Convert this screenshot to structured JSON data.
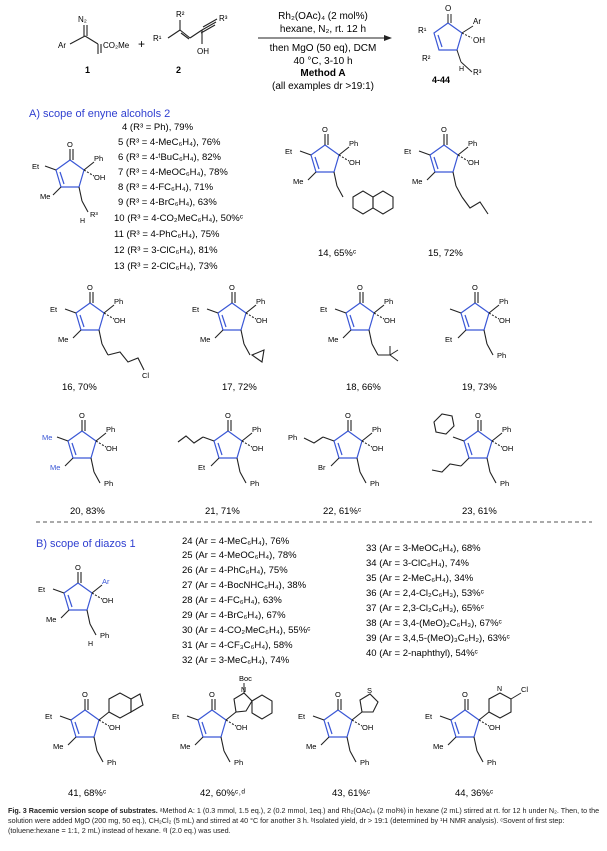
{
  "scheme": {
    "reagent_1": {
      "line1": "N₂",
      "line2a": "Ar",
      "line2b": "CO₂Me",
      "number": "1"
    },
    "plus": "+",
    "reagent_2": {
      "r2": "R²",
      "r1": "R¹",
      "r3": "R³",
      "oh": "OH",
      "number": "2"
    },
    "conditions": [
      "Rh₂(OAc)₄ (2 mol%)",
      "hexane, N₂, rt. 12 h",
      "then MgO (50 eq), DCM",
      "40 °C, 3-10 h",
      "Method A",
      "(all examples dr >19:1)"
    ],
    "product": {
      "r1": "R¹",
      "r2": "R²",
      "r3": "R³",
      "ar": "Ar",
      "oh": "OH",
      "h": "H",
      "o": "O",
      "number": "4-44"
    }
  },
  "section_a": {
    "title": "A) scope of enyne alcohols 2",
    "list": [
      "4 (R³ = Ph), 79%",
      "5 (R³ = 4-MeC₆H₄), 76%",
      "6 (R³ = 4-ᵗBuC₆H₄), 82%",
      "7 (R³ = 4-MeOC₆H₄), 78%",
      "8 (R³ = 4-FC₆H₄), 71%",
      "9 (R³ = 4-BrC₆H₄), 63%",
      "10 (R³ = 4-CO₂MeC₆H₄), 50%ᶜ",
      "11 (R³ = 4-PhC₆H₄), 75%",
      "12 (R³ = 3-ClC₆H₄), 81%",
      "13 (R³ = 2-ClC₆H₄), 73%"
    ],
    "labels": [
      "14, 65%ᶜ",
      "15, 72%",
      "16, 70%",
      "17, 72%",
      "18, 66%",
      "19, 73%",
      "20, 83%",
      "21, 71%",
      "22, 61%ᶜ",
      "23, 61%"
    ]
  },
  "section_b": {
    "title": "B) scope of diazos 1",
    "list_left": [
      "24 (Ar = 4-MeC₆H₄), 76%",
      "25 (Ar = 4-MeOC₆H₄), 78%",
      "26 (Ar = 4-PhC₆H₄), 75%",
      "27 (Ar = 4-BocNHC₆H₄), 38%",
      "28 (Ar = 4-FC₆H₄), 63%",
      "29 (Ar = 4-BrC₆H₄), 67%",
      "30 (Ar = 4-CO₂MeC₆H₄), 55%ᶜ",
      "31 (Ar = 4-CF₃C₆H₄), 58%",
      "32 (Ar = 3-MeC₆H₄), 74%"
    ],
    "list_right": [
      "33 (Ar = 3-MeOC₆H₄), 68%",
      "34 (Ar = 3-ClC₆H₄), 74%",
      "35 (Ar = 2-MeC₆H₄), 34%",
      "36 (Ar = 2,4-Cl₂C₆H₃), 53%ᶜ",
      "37 (Ar = 2,3-Cl₂C₆H₃), 65%ᶜ",
      "38 (Ar = 3,4-(MeO)₂C₆H₃), 67%ᶜ",
      "39 (Ar = 3,4,5-(MeO)₃C₆H₂), 63%ᶜ",
      "40 (Ar = 2-naphthyl), 54%ᶜ"
    ],
    "labels": [
      "41, 68%ᶜ",
      "42, 60%ᶜ˒ᵈ",
      "43, 61%ᶜ",
      "44, 36%ᶜ"
    ]
  },
  "atoms": {
    "o": "O",
    "ph": "Ph",
    "oh": "OH",
    "et": "Et",
    "me": "Me",
    "h": "H",
    "r3": "R³",
    "ar": "Ar",
    "cl": "Cl",
    "br": "Br",
    "boc": "Boc",
    "n": "N",
    "s": "S"
  },
  "caption": {
    "lead": "Fig. 3 Racemic version scope of substrates.",
    "body": " ᵃMethod A: 1 (0.3 mmol, 1.5 eq.), 2 (0.2 mmol, 1eq.) and Rh₂(OAc)₄ (2 mol%) in hexane (2 mL) stirred at rt. for 12 h under N₂. Then, to the solution were added MgO (200 mg, 50 eq.), CH₂Cl₂ (5 mL) and stirred at 40 °C for another 3 h. ᵇIsolated yield, dr > 19:1 (determined by ¹H NMR analysis). ᶜSovent of first step: (toluene:hexane = 1:1, 2 mL) instead of hexane. ᵈI (2.0 eq.) was used."
  },
  "colors": {
    "section_title": "#2f3fd0",
    "ring": "#3a57d6",
    "text": "#1a1a1a"
  }
}
